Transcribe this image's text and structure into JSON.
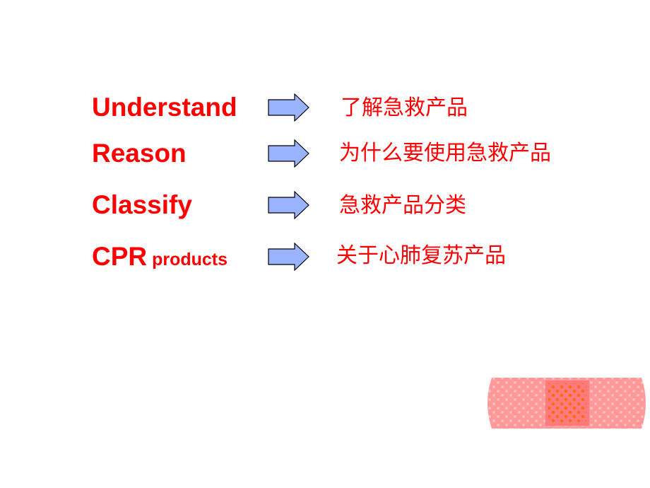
{
  "rows": [
    {
      "en": "Understand",
      "en_small": "",
      "zh": "了解急救产品"
    },
    {
      "en": "Reason",
      "en_small": "",
      "zh": "为什么要使用急救产品"
    },
    {
      "en": "Classify",
      "en_small": "",
      "zh": "急救产品分类"
    },
    {
      "en": "CPR",
      "en_small": " products",
      "zh": "关于心肺复苏产品"
    }
  ],
  "colors": {
    "text": "#ff0000",
    "arrow_fill": "#99b3ff",
    "bandage": "#ff9999",
    "pad": "#ff7777",
    "pad_dots": "#ff6600"
  },
  "decorations": {
    "arrow_icon": "right-arrow-icon",
    "bandage_icon": "bandage-icon"
  }
}
